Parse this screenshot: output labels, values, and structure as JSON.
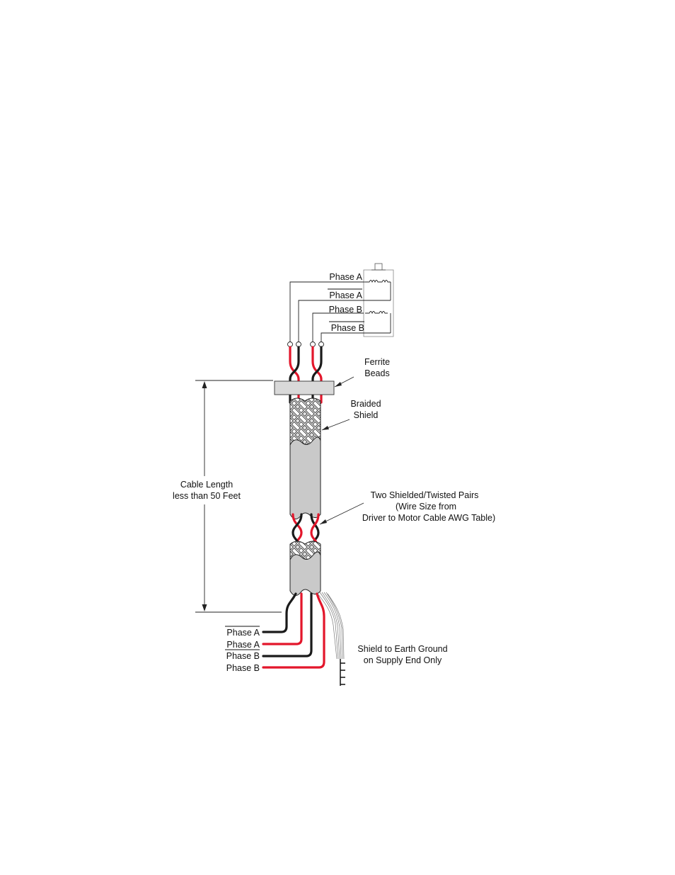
{
  "colors": {
    "red_wire": "#e3162b",
    "black_wire": "#1a1a1a",
    "jacket": "#c9c9c9",
    "braid": "#f2f2f2",
    "outline": "#222222"
  },
  "motor_labels": {
    "phase_a": "Phase A",
    "phase_a_bar": "Phase A",
    "phase_b": "Phase B",
    "phase_b_bar": "Phase B"
  },
  "callouts": {
    "ferrite": [
      "Ferrite",
      "Beads"
    ],
    "braided": [
      "Braided",
      "Shield"
    ],
    "cable_length": [
      "Cable Length",
      "less than 50 Feet"
    ],
    "twisted_pairs": [
      "Two Shielded/Twisted Pairs",
      "(Wire Size from",
      "Driver to Motor Cable AWG Table)"
    ],
    "shield_ground": [
      "Shield to Earth Ground",
      "on Supply End Only"
    ]
  },
  "driver_labels": {
    "phase_a_bar": "Phase A",
    "phase_a": "Phase A",
    "phase_b_bar": "Phase B",
    "phase_b": "Phase B"
  }
}
